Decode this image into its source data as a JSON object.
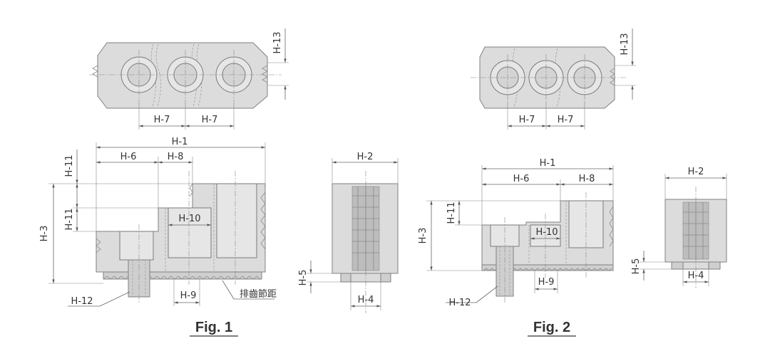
{
  "labels": {
    "h1": "H-1",
    "h2": "H-2",
    "h3": "H-3",
    "h4": "H-4",
    "h5": "H-5",
    "h6": "H-6",
    "h7": "H-7",
    "h8": "H-8",
    "h9": "H-9",
    "h10": "H-10",
    "h11": "H-11",
    "h12": "H-12",
    "h13": "H-13",
    "serration_pitch": "排齒節距"
  },
  "captions": {
    "fig1": "Fig. 1",
    "fig2": "Fig. 2"
  }
}
